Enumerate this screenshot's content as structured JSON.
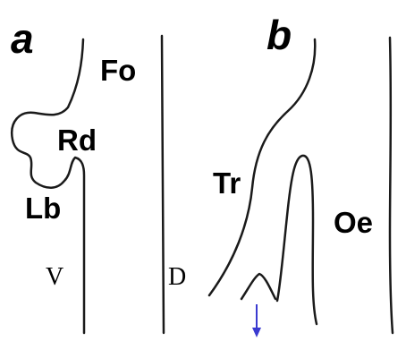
{
  "panels": {
    "a": {
      "letter": "a",
      "labels": {
        "fo": "Fo",
        "rd": "Rd",
        "lb": "Lb",
        "v": "V",
        "d": "D"
      }
    },
    "b": {
      "letter": "b",
      "labels": {
        "tr": "Tr",
        "oe": "Oe"
      }
    }
  },
  "colors": {
    "line": "#1a1a1a",
    "arrow": "#3a3ad0",
    "text": "#000000"
  },
  "icons": {
    "arrow": "arrow-down-icon"
  }
}
